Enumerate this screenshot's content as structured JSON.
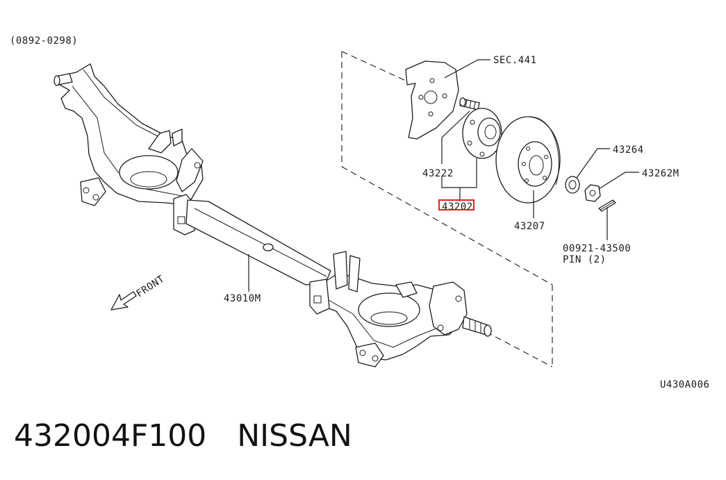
{
  "diagram": {
    "date_range": "(0892-0298)",
    "diagram_code": "U430A006",
    "direction_label": "FRONT",
    "callouts": {
      "sec441": "SEC.441",
      "p43264": "43264",
      "p43262m": "43262M",
      "p43222": "43222",
      "p43202": "43202",
      "p43207": "43207",
      "p00921": "00921-43500",
      "pin": "PIN (2)",
      "p43010m": "43010M"
    },
    "highlight_color": "#e02020"
  },
  "caption": {
    "part_number": "432004F100",
    "brand": "NISSAN"
  }
}
